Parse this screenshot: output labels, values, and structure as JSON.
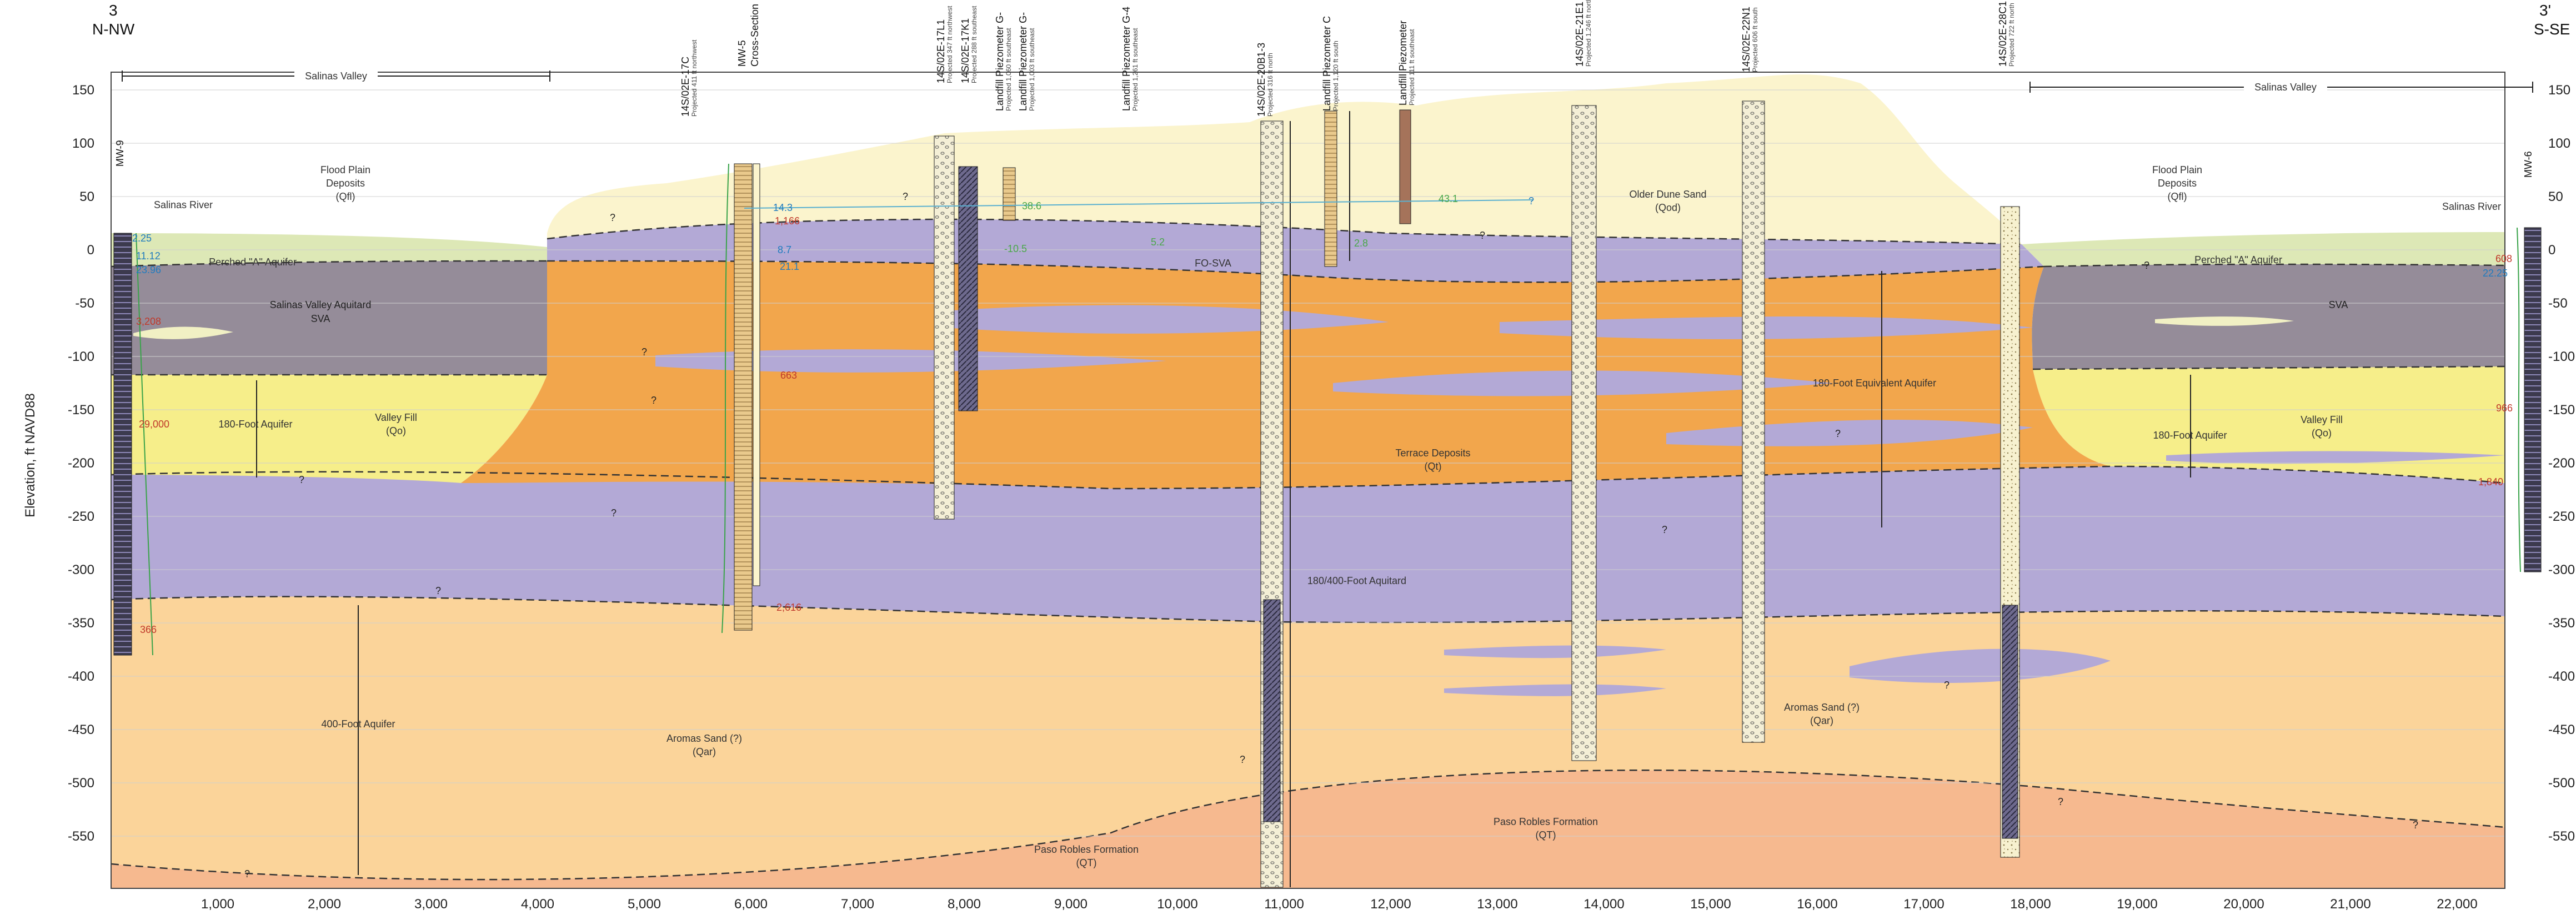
{
  "corners": {
    "left_id": "3",
    "left_dir": "N-NW",
    "right_id": "3'",
    "right_dir": "S-SE"
  },
  "y_axis": {
    "title": "Elevation, ft NAVD88",
    "ticks": [
      "150",
      "100",
      "50",
      "0",
      "-50",
      "-100",
      "-150",
      "-200",
      "-250",
      "-300",
      "-350",
      "-400",
      "-450",
      "-500",
      "-550"
    ],
    "right_ticks": [
      "150",
      "100",
      "50",
      "0",
      "-50",
      "-100",
      "-150",
      "-200",
      "-250",
      "-300",
      "-350",
      "-400",
      "-450",
      "-500",
      "-550"
    ]
  },
  "x_axis": {
    "ticks": [
      "1,000",
      "2,000",
      "3,000",
      "4,000",
      "5,000",
      "6,000",
      "7,000",
      "8,000",
      "9,000",
      "10,000",
      "11,000",
      "12,000",
      "13,000",
      "14,000",
      "15,000",
      "16,000",
      "17,000",
      "18,000",
      "19,000",
      "20,000",
      "21,000",
      "22,000"
    ]
  },
  "top_labels": {
    "salinas_valley_left": "Salinas Valley",
    "salinas_valley_right": "Salinas Valley",
    "salinas_river_left": "Salinas River",
    "salinas_river_right": "Salinas River"
  },
  "units": {
    "flood_plain_left": [
      "Flood Plain",
      "Deposits",
      "(Qfl)"
    ],
    "flood_plain_right": [
      "Flood Plain",
      "Deposits",
      "(Qfl)"
    ],
    "perched_left": "Perched \"A\" Aquifer",
    "perched_right": "Perched \"A\" Aquifer",
    "sva_left": [
      "Salinas Valley Aquitard",
      "SVA"
    ],
    "sva_right": "SVA",
    "fo_sva": "FO-SVA",
    "older_dune": [
      "Older Dune Sand",
      "(Qod)"
    ],
    "aquifer_180_left": "180-Foot Aquifer",
    "aquifer_180_right": "180-Foot Aquifer",
    "aquifer_180_equiv": "180-Foot Equivalent Aquifer",
    "valley_fill_left": [
      "Valley Fill",
      "(Qo)"
    ],
    "valley_fill_right": [
      "Valley Fill",
      "(Qo)"
    ],
    "terrace": [
      "Terrace Deposits",
      "(Qt)"
    ],
    "aquitard_180_400": "180/400-Foot Aquitard",
    "aquifer_400": "400-Foot Aquifer",
    "aromas_left": [
      "Aromas Sand (?)",
      "(Qar)"
    ],
    "aromas_right": [
      "Aromas Sand (?)",
      "(Qar)"
    ],
    "paso_left": [
      "Paso Robles Formation",
      "(QT)"
    ],
    "paso_right": [
      "Paso Robles Formation",
      "(QT)"
    ]
  },
  "wells": [
    {
      "name": "MW-9",
      "sub": ""
    },
    {
      "name": "14S/02E-17C",
      "sub": "Projected 411 ft northwest"
    },
    {
      "name": "MW-5",
      "sub": "Cross-Section"
    },
    {
      "name": "14S/02E-17L1",
      "sub": "Projected 347 ft northwest"
    },
    {
      "name": "14S/02E-17K1",
      "sub": "Projected 288 ft southeast"
    },
    {
      "name": "Landfill Piezometer G-",
      "sub": "Projected 1,060 ft southeast"
    },
    {
      "name": "Landfill Piezometer G-",
      "sub": "Projected 1,003 ft southeast"
    },
    {
      "name": "Landfill Piezometer G-4",
      "sub": "Projected 1,261 ft southeast"
    },
    {
      "name": "14S/02E-20B1-3",
      "sub": "Projected 316 ft north"
    },
    {
      "name": "Landfill Piezometer C",
      "sub": "Projected 1,120 ft south"
    },
    {
      "name": "Landfill Piezometer",
      "sub": "Projected 111 ft southeast"
    },
    {
      "name": "14S/02E-21E1",
      "sub": "Projected 1,246 ft north"
    },
    {
      "name": "14S/02E-22N1",
      "sub": "Projected 606 ft south"
    },
    {
      "name": "14S/02E-28C1",
      "sub": "Projected 722 ft north"
    },
    {
      "name": "MW-6",
      "sub": ""
    }
  ],
  "water_levels": {
    "blue": [
      "2.25",
      "11.12",
      "23.96",
      "14.3",
      "8.7",
      "21.1",
      "22.25",
      "?"
    ],
    "green": [
      "38.6",
      "-10.5",
      "5.2",
      "2.8",
      "43.1"
    ]
  },
  "tds_values": [
    "3,208",
    "29,000",
    "366",
    "1,166",
    "663",
    "2,616",
    "608",
    "966",
    "1,840"
  ],
  "question_mark": "?"
}
